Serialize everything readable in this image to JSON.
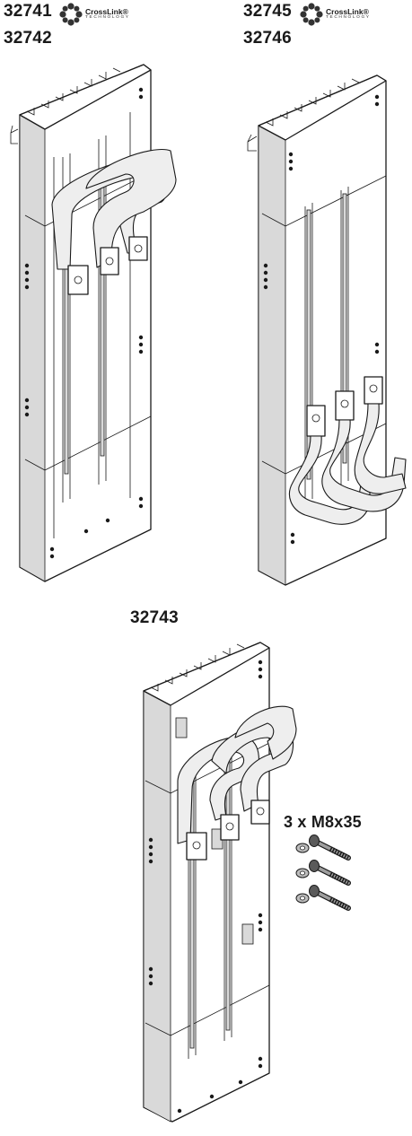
{
  "products": {
    "top_left": {
      "codes": [
        "32741",
        "32742"
      ]
    },
    "top_right": {
      "codes": [
        "32745",
        "32746"
      ]
    },
    "bottom": {
      "codes": [
        "32743"
      ]
    }
  },
  "brand": {
    "name": "CrossLink®",
    "subtitle": "TECHNOLOGY"
  },
  "accessory": {
    "label": "3 x M8x35"
  }
}
